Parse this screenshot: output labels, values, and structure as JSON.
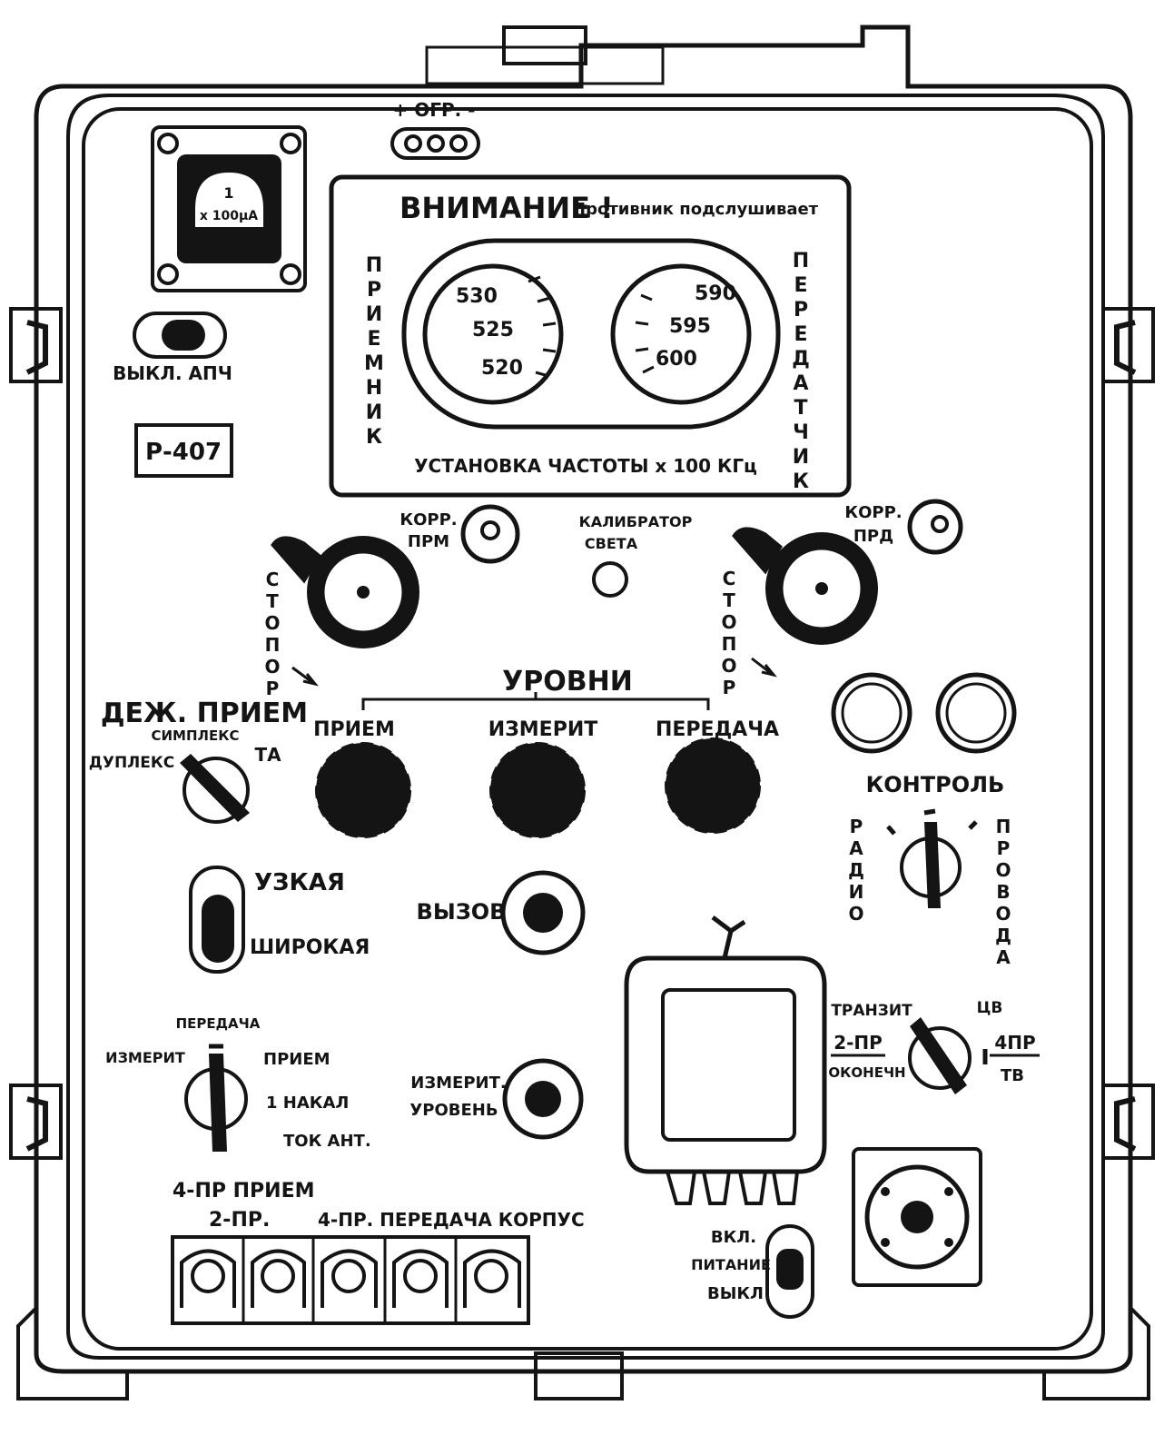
{
  "device_name": "Р-407",
  "warning": {
    "title": "ВНИМАНИЕ !",
    "text": "Противник подслушивает"
  },
  "scale_panel": {
    "receiver_label": "ПРИЕМНИК",
    "transmitter_label": "ПЕРЕДАТЧИК",
    "frequency_label": "УСТАНОВКА ЧАСТОТЫ x 100 КГц",
    "receiver_scale": [
      "530",
      "525",
      "520"
    ],
    "transmitter_scale": [
      "590",
      "595",
      "600"
    ]
  },
  "meter": {
    "label_top": "1",
    "label_bottom": "x 100μA"
  },
  "ground_terminal": {
    "label": "+ ОГР. -"
  },
  "apch_switch": {
    "label": "ВЫКЛ. АПЧ"
  },
  "corr_rx": {
    "label_line1": "КОРР.",
    "label_line2": "ПРМ"
  },
  "corr_tx": {
    "label_line1": "КОРР.",
    "label_line2": "ПРД"
  },
  "calibrator": {
    "label_line1": "КАЛИБРАТОР",
    "label_line2": "СВЕТА"
  },
  "stopor_rx": {
    "label": "СТОПОР"
  },
  "stopor_tx": {
    "label": "СТОПОР"
  },
  "levels": {
    "title": "УРОВНИ",
    "knobs": [
      "ПРИЕМ",
      "ИЗМЕРИТ",
      "ПЕРЕДАЧА"
    ]
  },
  "duty_switch": {
    "title": "ДЕЖ. ПРИЕМ",
    "positions": [
      "СИМПЛЕКС",
      "ДУПЛЕКС",
      "ТА"
    ]
  },
  "bandwidth_switch": {
    "top": "УЗКАЯ",
    "bottom": "ШИРОКАЯ"
  },
  "call_button": {
    "label": "ВЫЗОВ"
  },
  "control_switch": {
    "title": "КОНТРОЛЬ",
    "left": "РАДИО",
    "right": "ПРОВОДА"
  },
  "measure_switch": {
    "positions": [
      "ПЕРЕДАЧА",
      "ИЗМЕРИТ",
      "ПРИЕМ",
      "1 НАКАЛ",
      "ТОК АНТ."
    ]
  },
  "measure_level": {
    "label_line1": "ИЗМЕРИТ.",
    "label_line2": "УРОВЕНЬ"
  },
  "mode_switch": {
    "positions": [
      "ТРАНЗИТ",
      "ЦВ",
      "2-ПР",
      "ОКОНЕЧН",
      "4ПР",
      "ТВ"
    ]
  },
  "power_switch": {
    "on": "ВКЛ.",
    "label": "ПИТАНИЕ",
    "off": "ВЫКЛ"
  },
  "terminals": {
    "row1": "4-ПР ПРИЕМ",
    "row2_a": "2-ПР.",
    "row2_b": "4-ПР. ПЕРЕДАЧА КОРПУС"
  },
  "colors": {
    "ink": "#141414",
    "paper": "#ffffff"
  }
}
